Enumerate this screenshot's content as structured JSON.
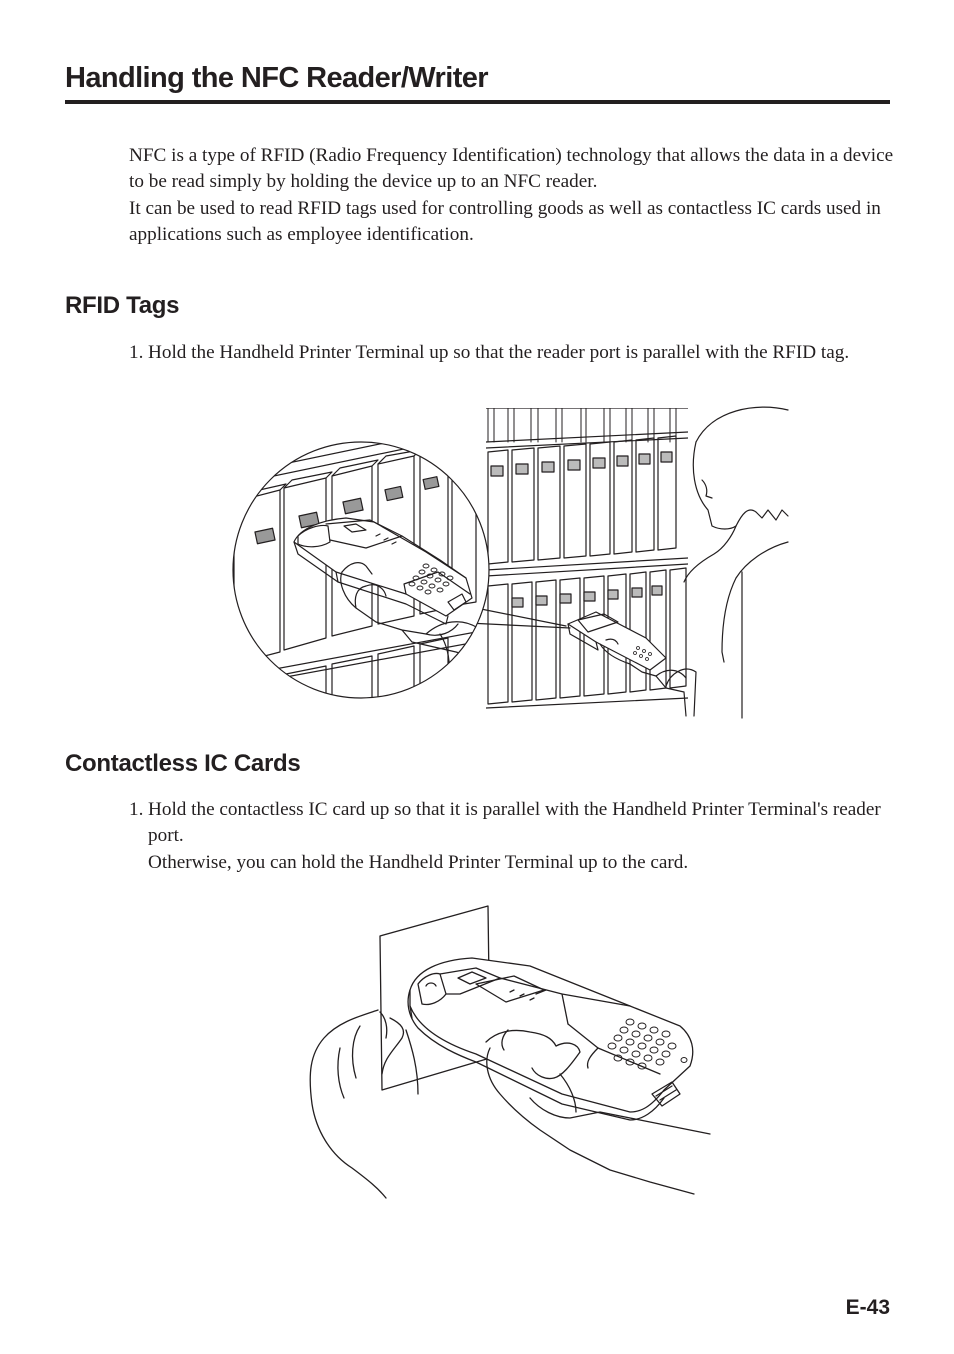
{
  "page": {
    "title": "Handling the NFC Reader/Writer",
    "page_number": "E-43"
  },
  "intro": {
    "paragraph1": "NFC is a type of RFID (Radio Frequency Identification) technology that allows the data in a device to be read simply by holding the device up to an NFC reader.",
    "paragraph2": "It can be used to read RFID tags used for controlling goods as well as contactless IC cards used in applications such as employee identification."
  },
  "rfid": {
    "heading": "RFID Tags",
    "step_number": "1.",
    "step_text": "Hold the Handheld Printer Terminal up so that the reader port is parallel with the RFID tag."
  },
  "contactless": {
    "heading": "Contactless IC Cards",
    "step_number": "1.",
    "step_text": "Hold the contactless IC card up so that it is parallel with the Handheld Printer Terminal's reader port.",
    "step_text2": "Otherwise, you can hold the Handheld Printer Terminal up to the card."
  },
  "figures": {
    "rfid_icon": "rfid-tag-reading-illustration",
    "card_icon": "contactless-card-reading-illustration"
  }
}
